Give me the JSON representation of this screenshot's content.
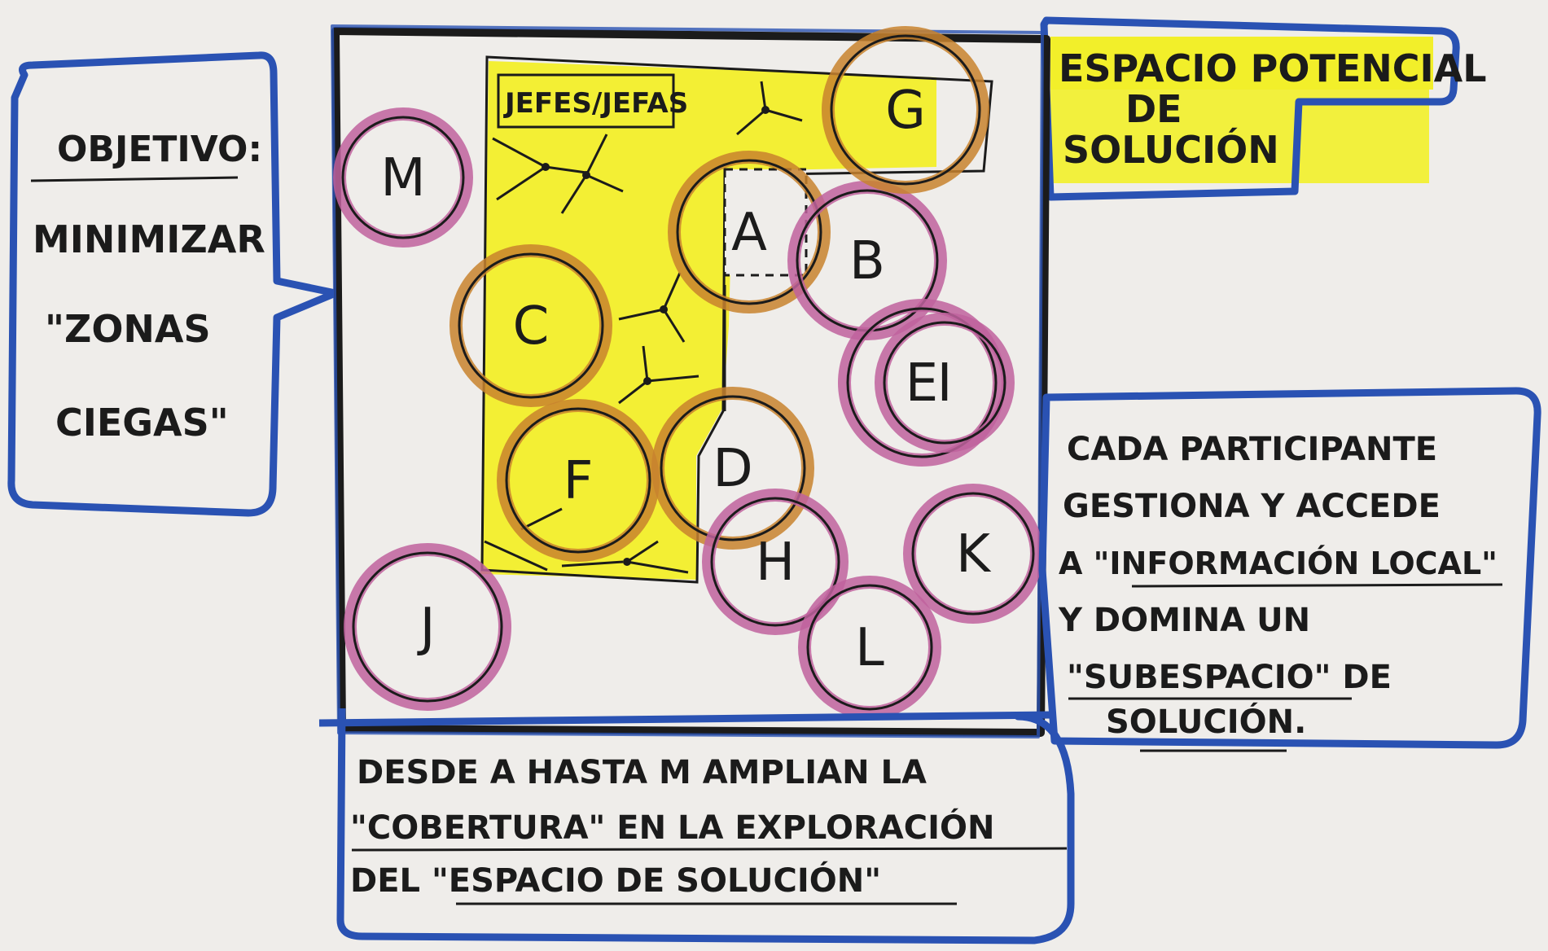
{
  "colors": {
    "paper": "#efedea",
    "blue": "#2a52b3",
    "ink": "#1b1b1b",
    "yellow": "#f2ef2a",
    "orange": "#c8822e",
    "magenta": "#c0629e"
  },
  "objective": {
    "label": "OBJETIVO:",
    "lines": [
      "MINIMIZAR",
      "\"ZONAS",
      "CIEGAS\""
    ]
  },
  "potential": {
    "lines": [
      "ESPACIO POTENCIAL",
      "DE",
      "SOLUCIÓN"
    ]
  },
  "bosses_label": "JEFES/JEFAS",
  "participants": [
    {
      "id": "A",
      "kind": "orange"
    },
    {
      "id": "B",
      "kind": "magenta"
    },
    {
      "id": "C",
      "kind": "orange"
    },
    {
      "id": "D",
      "kind": "orange"
    },
    {
      "id": "E",
      "kind": "magenta"
    },
    {
      "id": "F",
      "kind": "orange"
    },
    {
      "id": "G",
      "kind": "orange"
    },
    {
      "id": "H",
      "kind": "magenta"
    },
    {
      "id": "I",
      "kind": "magenta"
    },
    {
      "id": "J",
      "kind": "magenta"
    },
    {
      "id": "K",
      "kind": "magenta"
    },
    {
      "id": "L",
      "kind": "magenta"
    },
    {
      "id": "M",
      "kind": "magenta"
    }
  ],
  "each_participant": {
    "lines": [
      "CADA PARTICIPANTE",
      "GESTIONA Y ACCEDE",
      "A \"INFORMACIÓN LOCAL\"",
      "Y DOMINA UN",
      "\"SUBESPACIO\" DE",
      "SOLUCIÓN."
    ]
  },
  "coverage": {
    "lines": [
      "DESDE A HASTA M AMPLIAN LA",
      "\"COBERTURA\" EN LA EXPLORACIÓN",
      "DEL \"ESPACIO DE SOLUCIÓN\""
    ]
  }
}
